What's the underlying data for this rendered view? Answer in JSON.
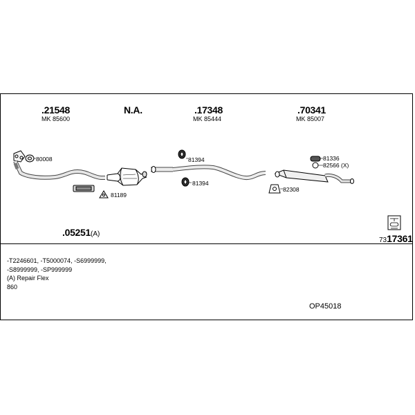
{
  "header_parts": [
    {
      "number": ".21548",
      "mk": "MK 85600"
    },
    {
      "number": "N.A.",
      "mk": ""
    },
    {
      "number": ".17348",
      "mk": "MK 85444"
    },
    {
      "number": ".70341",
      "mk": "MK 85007"
    }
  ],
  "callouts": {
    "gasket": "80008",
    "clamp": "81189",
    "hanger_upper": "81394",
    "hanger_lower": "81394",
    "rubber": "81336",
    "ring": "82566 (X)",
    "bracket": "82308"
  },
  "kit": {
    "number": ".05251",
    "suffix": "(A)"
  },
  "bottom_right": {
    "prefix": "73",
    "number": "17361"
  },
  "info_lines": [
    "-T2246601, -T5000074, -S6999999,",
    "-S8999999, -SP999999",
    "(A) Repair Flex",
    "860"
  ],
  "code": "OP45018"
}
